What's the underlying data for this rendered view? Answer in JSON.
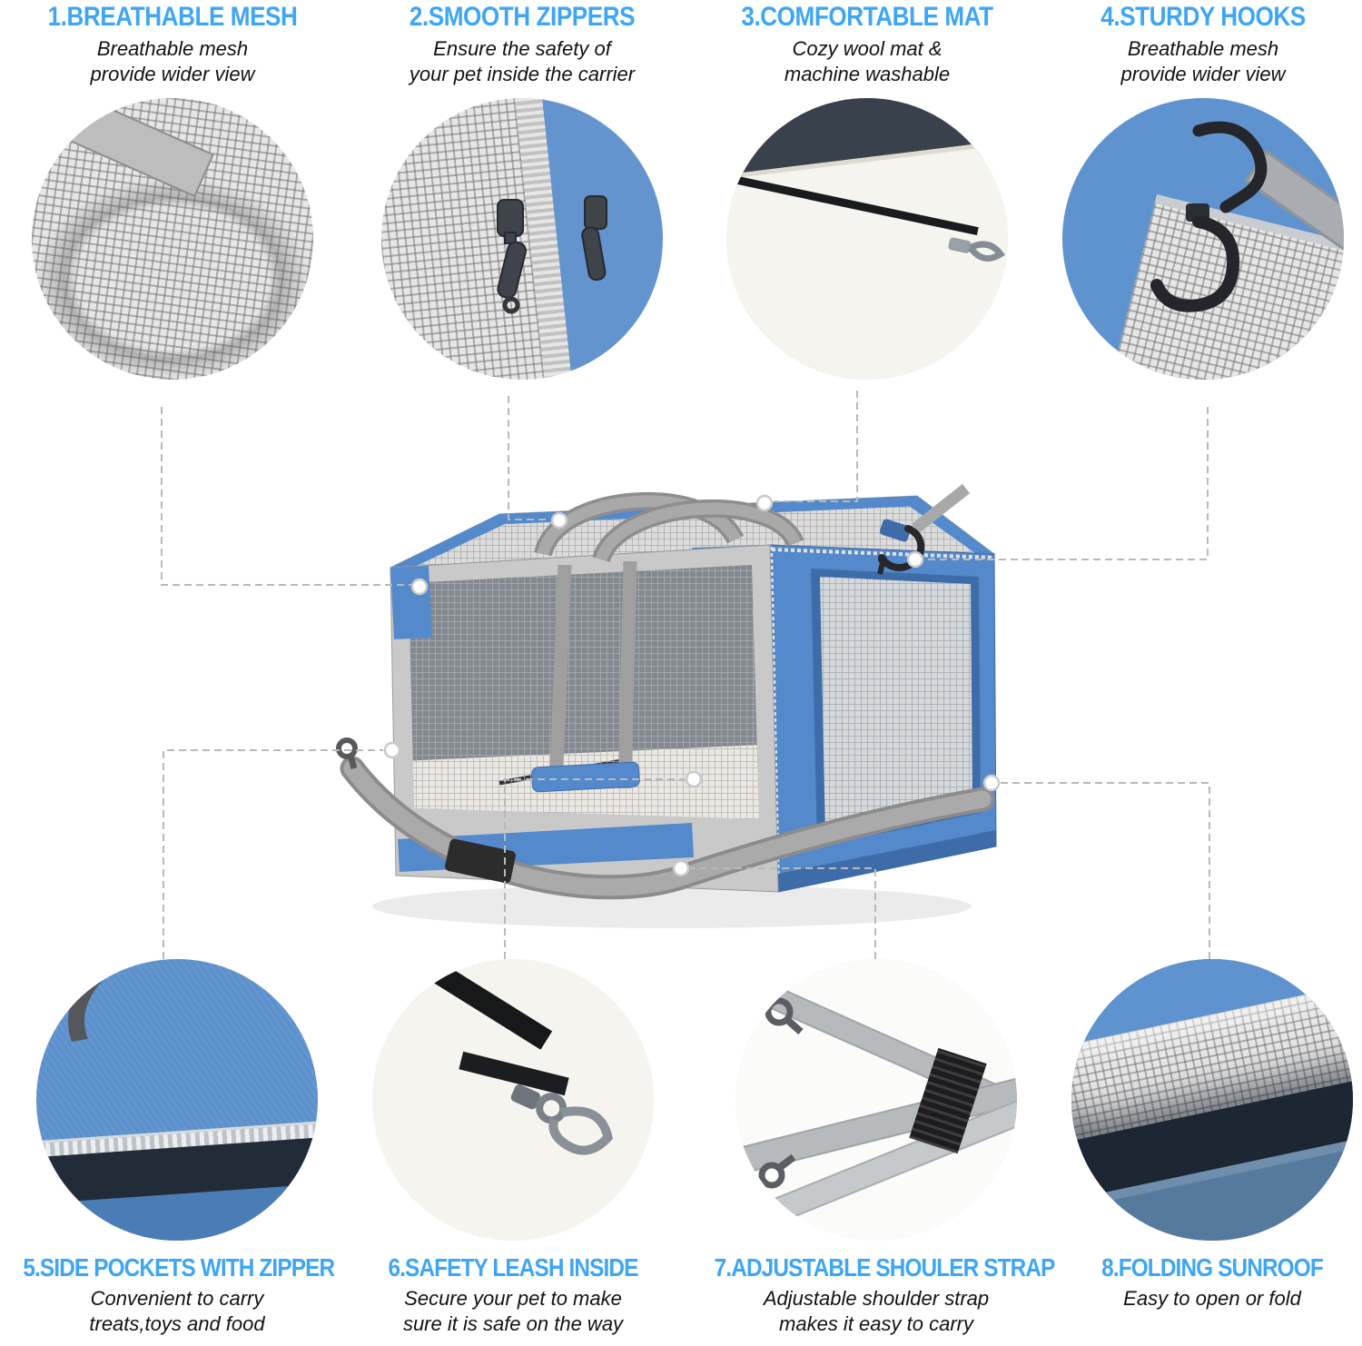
{
  "palette": {
    "accent_blue": "#3ea6f2",
    "carrier_blue": "#5489cb",
    "carrier_blue_dark": "#3e6ca8",
    "mesh_gray": "#c9cdd1",
    "strap_gray": "#a8a8a8",
    "fleece_white": "#f6f4ee",
    "leash_black": "#17181a"
  },
  "features_top": [
    {
      "title": "1.BREATHABLE MESH",
      "description": "Breathable mesh\nprovide wider view"
    },
    {
      "title": "2.SMOOTH ZIPPERS",
      "description": "Ensure the safety of\nyour pet inside the carrier"
    },
    {
      "title": "3.COMFORTABLE MAT",
      "description": "Cozy wool mat &\nmachine washable"
    },
    {
      "title": "4.STURDY HOOKS",
      "description": "Breathable mesh\nprovide wider view"
    }
  ],
  "features_bottom": [
    {
      "title": "5.SIDE POCKETS WITH ZIPPER",
      "description": "Convenient to carry\ntreats,toys and food"
    },
    {
      "title": "6.SAFETY LEASH INSIDE",
      "description": "Secure your pet to make\nsure it is safe on the way"
    },
    {
      "title": "7.ADJUSTABLE SHOULER STRAP",
      "description": "Adjustable shoulder strap\nmakes it easy to carry"
    },
    {
      "title": "8.FOLDING SUNROOF",
      "description": "Easy to open or fold"
    }
  ]
}
